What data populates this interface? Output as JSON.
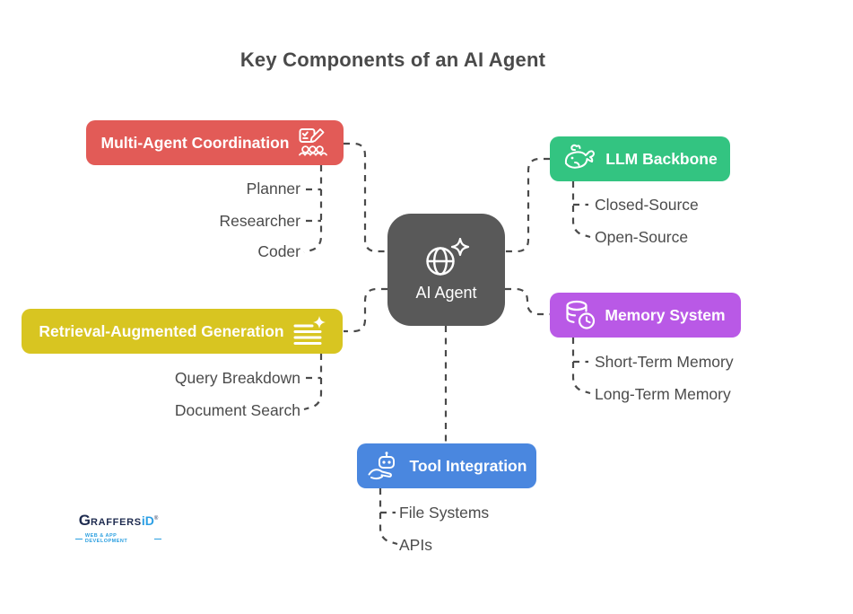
{
  "title": "Key Components of an AI Agent",
  "center": {
    "label": "AI Agent",
    "icon": "globe-sparkle-icon",
    "color": "#595959"
  },
  "palette": {
    "red": "#E25B57",
    "green": "#33C481",
    "yellow": "#D8C521",
    "purple": "#B959E6",
    "blue": "#4A87DF",
    "center_gray": "#595959",
    "connector_line": "#4A4A4A",
    "text": "#4B4B4B",
    "title_text": "#4A4A4A"
  },
  "branches": [
    {
      "label": "Multi-Agent Coordination",
      "color": "#E25B57",
      "icon": "team-checklist-icon",
      "side": "left",
      "children": [
        "Planner",
        "Researcher",
        "Coder"
      ]
    },
    {
      "label": "LLM Backbone",
      "color": "#33C481",
      "icon": "whale-icon",
      "side": "right",
      "children": [
        "Closed-Source",
        "Open-Source"
      ]
    },
    {
      "label": "Retrieval-Augmented Generation",
      "color": "#D8C521",
      "icon": "lines-sparkle-icon",
      "side": "left",
      "children": [
        "Query Breakdown",
        "Document Search"
      ]
    },
    {
      "label": "Memory System",
      "color": "#B959E6",
      "icon": "database-clock-icon",
      "side": "right",
      "children": [
        "Short-Term Memory",
        "Long-Term Memory"
      ]
    },
    {
      "label": "Tool Integration",
      "color": "#4A87DF",
      "icon": "hand-robot-icon",
      "side": "bottom",
      "children": [
        "File Systems",
        "APIs"
      ]
    }
  ],
  "logo": {
    "g": "G",
    "rest": "RAFFERS",
    "id": "iD",
    "registered": "®",
    "tagline": "WEB & APP DEVELOPMENT"
  }
}
